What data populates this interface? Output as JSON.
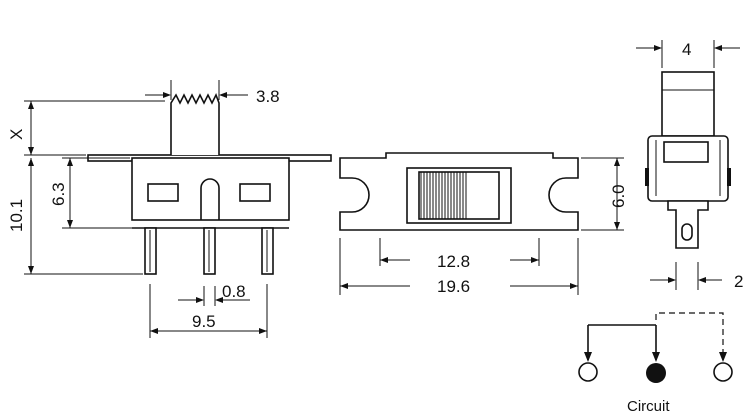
{
  "dimensions": {
    "knob_height": "X",
    "knob_width": "3.8",
    "pin_row_height": "6.3",
    "total_height": "10.1",
    "pin_width": "0.8",
    "pin_spacing_total": "9.5",
    "slot_length": "12.8",
    "body_length": "19.6",
    "body_width": "6.0",
    "side_top_width": "4",
    "side_tab_width": "2"
  },
  "circuit": {
    "caption": "Circuit"
  }
}
